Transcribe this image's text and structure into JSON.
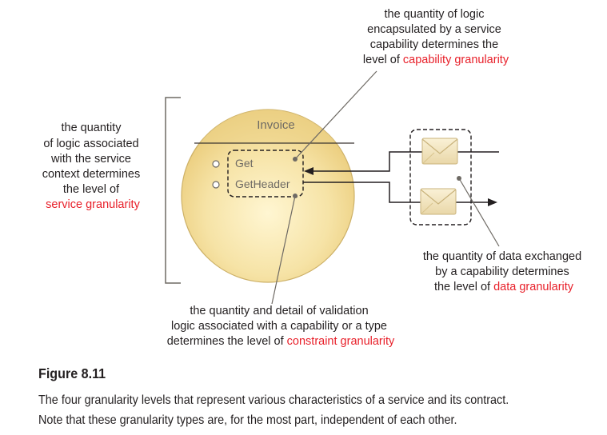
{
  "diagram": {
    "service_name": "Invoice",
    "operations": [
      "Get",
      "GetHeader"
    ],
    "annotations": {
      "capability": {
        "lines": [
          "the quantity of logic",
          "encapsulated by a service",
          "capability determines the"
        ],
        "last_prefix": "level of ",
        "highlight": "capability granularity"
      },
      "service": {
        "lines": [
          "the quantity",
          "of logic associated",
          "with the service",
          "context determines",
          "the level of"
        ],
        "highlight": "service granularity"
      },
      "data": {
        "lines": [
          "the quantity of data exchanged",
          "by a capability determines"
        ],
        "last_prefix": "the level of ",
        "highlight": "data granularity"
      },
      "constraint": {
        "lines": [
          "the quantity and detail of validation",
          "logic associated with a capability or a type"
        ],
        "last_prefix": "determines the level of ",
        "highlight": "constraint granularity"
      }
    },
    "colors": {
      "highlight": "#e8202a",
      "service_fill": "#f0d890",
      "text": "#231f20"
    }
  },
  "caption": {
    "label": "Figure 8.11",
    "line1": "The four granularity levels that represent various characteristics of a service and its contract.",
    "line2": "Note that these granularity types are, for the most part, independent of each other."
  }
}
